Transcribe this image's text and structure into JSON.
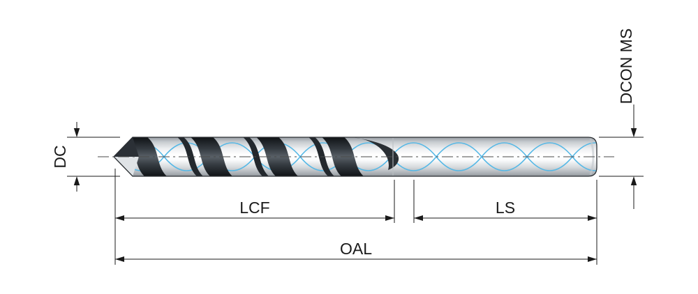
{
  "diagram": {
    "type": "technical-drawing",
    "subject": "twist drill side view with dimension callouts"
  },
  "labels": {
    "dc": "DC",
    "dcon_ms": "DCON MS",
    "lcf": "LCF",
    "ls": "LS",
    "oal": "OAL"
  },
  "colors": {
    "line": "#1a1a1a",
    "centerline": "#4a4a4a",
    "helix": "#55b8e6",
    "background": "#ffffff"
  }
}
